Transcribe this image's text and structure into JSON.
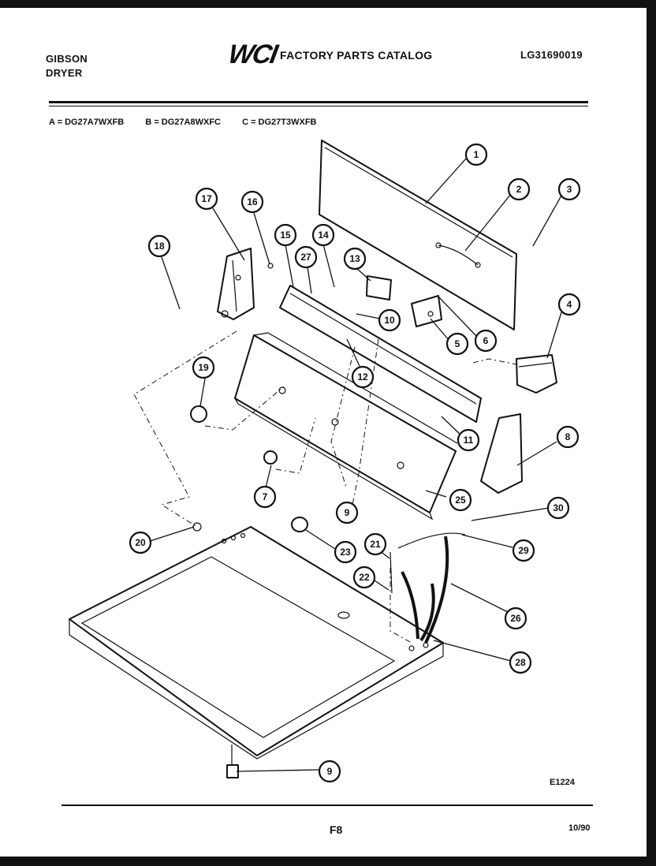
{
  "header": {
    "brand": "GIBSON",
    "product": "DRYER",
    "logo": "WCI",
    "catalog_title": "FACTORY PARTS CATALOG",
    "catalog_code": "LG31690019"
  },
  "models": [
    "A = DG27A7WXFB",
    "B = DG27A8WXFC",
    "C = DG27T3WXFB"
  ],
  "callouts": [
    "1",
    "2",
    "3",
    "4",
    "5",
    "6",
    "7",
    "8",
    "9",
    "10",
    "11",
    "12",
    "13",
    "14",
    "15",
    "16",
    "17",
    "18",
    "19",
    "20",
    "21",
    "22",
    "23",
    "25",
    "26",
    "27",
    "28",
    "29",
    "30"
  ],
  "footer": {
    "figure_code": "E1224",
    "page": "F8",
    "date": "10/90"
  }
}
